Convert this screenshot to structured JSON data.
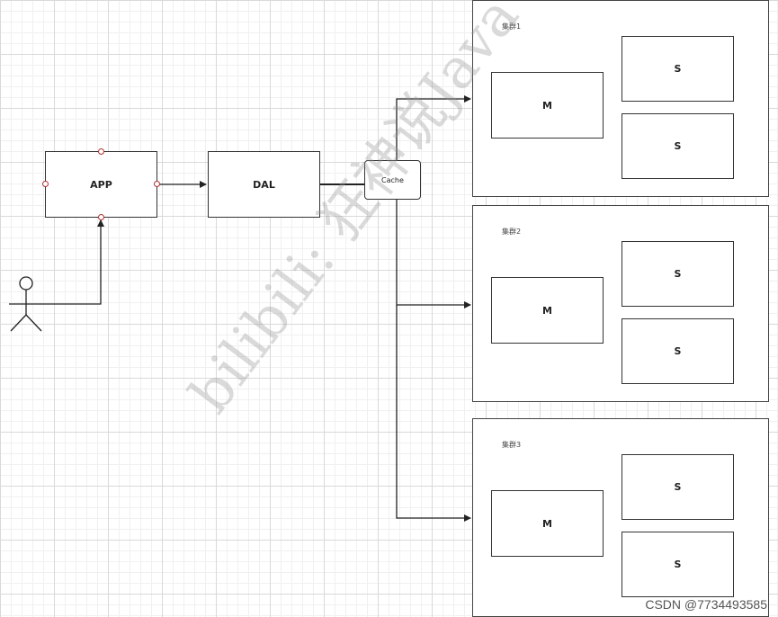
{
  "nodes": {
    "app": "APP",
    "dal": "DAL",
    "cache": "Cache"
  },
  "clusters": [
    {
      "label": "集群1",
      "master": "M",
      "slaves": [
        "S",
        "S"
      ]
    },
    {
      "label": "集群2",
      "master": "M",
      "slaves": [
        "S",
        "S"
      ]
    },
    {
      "label": "集群3",
      "master": "M",
      "slaves": [
        "S",
        "S"
      ]
    }
  ],
  "watermark": "bilibili: 狂神说Java",
  "credit": "CSDN @7734493585"
}
